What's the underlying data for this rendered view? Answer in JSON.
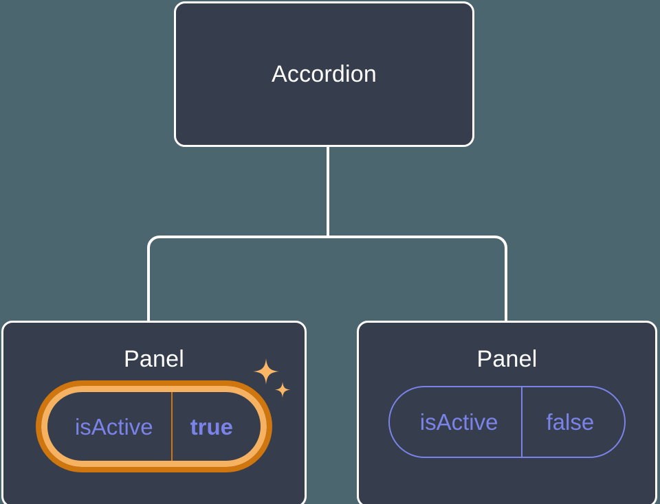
{
  "diagram": {
    "type": "component-tree",
    "background_color": "#4c6670",
    "node_fill_color": "#363d4d",
    "node_border_color": "#ffffff",
    "edge_color": "#ffffff",
    "prop_text_color": "#7b83e8",
    "highlight_inner_color": "#f7b261",
    "highlight_outer_color": "#cf760f"
  },
  "root": {
    "title": "Accordion"
  },
  "children": [
    {
      "title": "Panel",
      "prop": {
        "key": "isActive",
        "value": "true"
      },
      "highlighted": true,
      "sparkle_icon": "sparkle-icon"
    },
    {
      "title": "Panel",
      "prop": {
        "key": "isActive",
        "value": "false"
      },
      "highlighted": false
    }
  ]
}
